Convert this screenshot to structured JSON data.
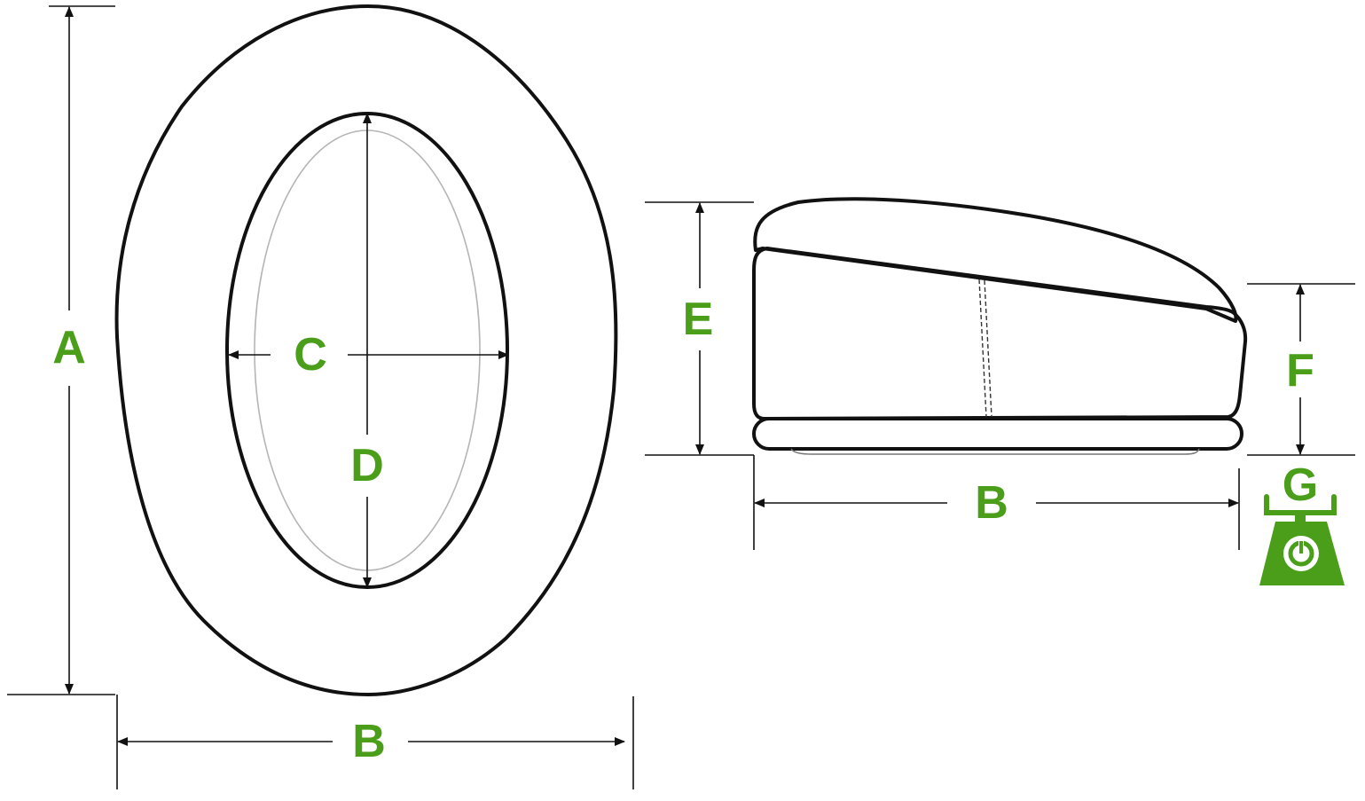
{
  "labels": {
    "a": "A",
    "b_front": "B",
    "c": "C",
    "d": "D",
    "e": "E",
    "b_side": "B",
    "f": "F",
    "g": "G"
  },
  "colors": {
    "label": "#4a9e1a",
    "line": "#111111",
    "background": "#ffffff"
  },
  "icons": {
    "weight": "scale-weight-icon"
  }
}
